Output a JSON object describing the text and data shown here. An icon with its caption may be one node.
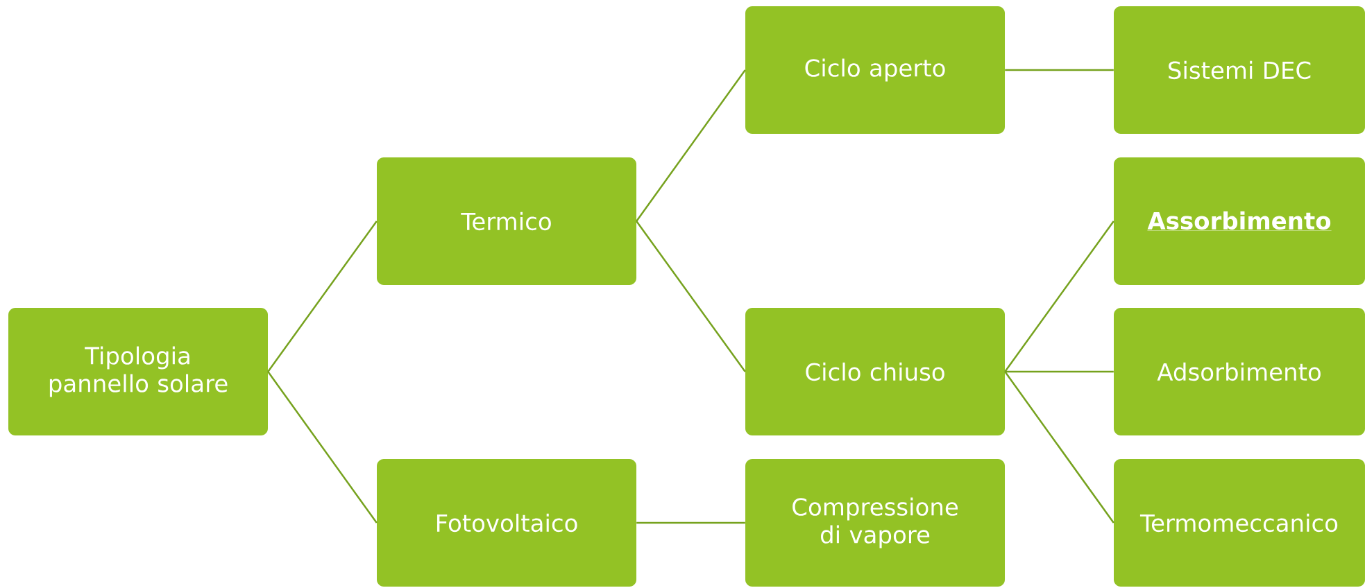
{
  "diagram": {
    "nodes": [
      {
        "text": [
          "Tipologia pannello solare"
        ]
      },
      {
        "text": [
          "Termico"
        ]
      },
      {
        "text": [
          "Fotovoltaico"
        ]
      },
      {
        "text": [
          "Ciclo aperto"
        ]
      },
      {
        "text": [
          "Ciclo chiuso"
        ]
      },
      {
        "text": [
          "Compressione di vapore"
        ]
      },
      {
        "text": [
          "Sistemi DEC"
        ]
      },
      {
        "text": [
          "Assorbimento"
        ]
      },
      {
        "text": [
          "Adsorbimento"
        ]
      },
      {
        "text": [
          "Termomeccanico"
        ]
      }
    ],
    "edges": [
      {
        "from": 0,
        "to": 1,
        "arrow": "none"
      },
      {
        "from": 0,
        "to": 2,
        "arrow": "none"
      },
      {
        "from": 1,
        "to": 3,
        "arrow": "none"
      },
      {
        "from": 1,
        "to": 4,
        "arrow": "none"
      },
      {
        "from": 2,
        "to": 5,
        "arrow": "none"
      },
      {
        "from": 3,
        "to": 6,
        "arrow": "none"
      },
      {
        "from": 4,
        "to": 7,
        "arrow": "none"
      },
      {
        "from": 4,
        "to": 8,
        "arrow": "none"
      },
      {
        "from": 4,
        "to": 9,
        "arrow": "none"
      }
    ]
  }
}
